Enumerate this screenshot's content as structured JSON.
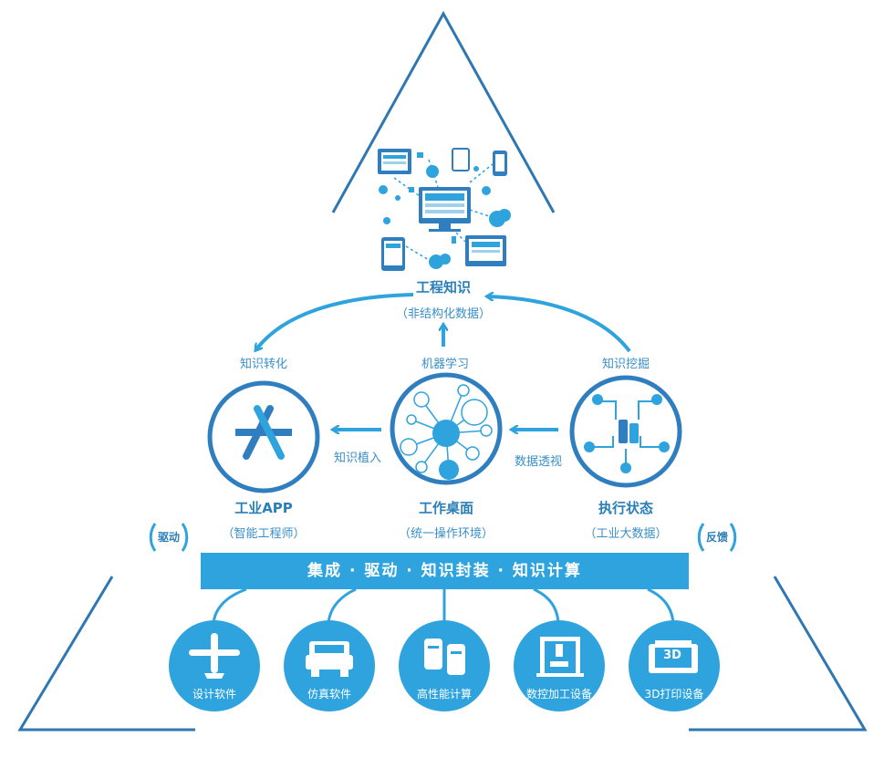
{
  "top": {
    "title": "工程知识",
    "subtitle": "（非结构化数据）"
  },
  "process": {
    "left": "知识转化",
    "center": "机器学习",
    "right": "知识挖掘"
  },
  "nodes": {
    "app": {
      "title": "工业APP",
      "subtitle": "（智能工程师）"
    },
    "desktop": {
      "title": "工作桌面",
      "subtitle": "（统一操作环境）"
    },
    "state": {
      "title": "执行状态",
      "subtitle": "（工业大数据）"
    }
  },
  "arrows": {
    "implant": "知识植入",
    "insight": "数据透视"
  },
  "badges": {
    "drive": "驱动",
    "feedback": "反馈"
  },
  "banner": {
    "text": "集成  ·  驱动  ·  知识封装  ·  知识计算"
  },
  "devices": [
    {
      "label": "设计软件",
      "icon": "airplane-icon"
    },
    {
      "label": "仿真软件",
      "icon": "car-icon"
    },
    {
      "label": "高性能计算",
      "icon": "server-icon"
    },
    {
      "label": "数控加工设备",
      "icon": "cnc-machine-icon"
    },
    {
      "label": "3D打印设备",
      "icon": "printer-3d-icon"
    }
  ],
  "printer_text": "3D",
  "colors": {
    "primary": "#2ea3dd",
    "dark": "#2a7fb8",
    "line": "#3a8fc8"
  }
}
